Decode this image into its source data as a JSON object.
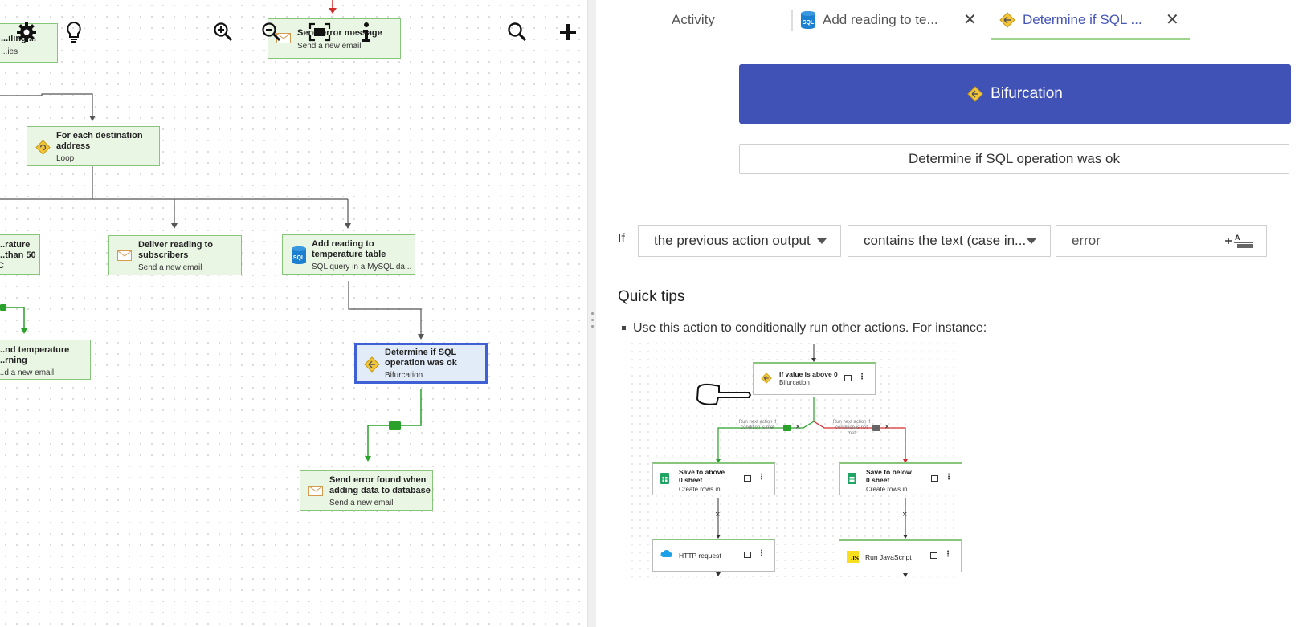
{
  "canvas": {
    "toolbar": {
      "settings": "gear-icon",
      "tips": "lightbulb-icon",
      "zoom_in": "zoom-in-icon",
      "zoom_out": "zoom-out-icon",
      "fit": "fit-screen-icon",
      "info": "info-icon",
      "search": "search-icon",
      "add": "plus-icon"
    },
    "nodes": {
      "partial_top_left": {
        "title": "...iling ...",
        "subtitle": "...ies"
      },
      "send_error_message": {
        "title": "Send error message",
        "subtitle": "Send a new email"
      },
      "for_each_destination": {
        "title": "For each destination address",
        "subtitle": "Loop"
      },
      "temperature_check": {
        "title": "...rature ...than 50 C"
      },
      "deliver_reading": {
        "title": "Deliver reading to subscribers",
        "subtitle": "Send a new email"
      },
      "add_reading": {
        "title": "Add reading to temperature table",
        "subtitle": "SQL query in a MySQL da..."
      },
      "send_temperature_warning": {
        "title": "...nd temperature ...rning",
        "subtitle": "...d a new email"
      },
      "determine_sql": {
        "title": "Determine if SQL operation was ok",
        "subtitle": "Bifurcation"
      },
      "send_error_found": {
        "title": "Send error found when adding data to database",
        "subtitle": "Send a new email"
      }
    }
  },
  "panel": {
    "tabs": [
      {
        "label": "Activity",
        "active": false
      },
      {
        "label": "Add reading to te...",
        "icon": "sql-icon",
        "active": false,
        "closable": true
      },
      {
        "label": "Determine if SQL ...",
        "icon": "bifurcation-icon",
        "active": true,
        "closable": true
      }
    ],
    "close_glyph": "✕",
    "action_type": "Bifurcation",
    "action_name": "Determine if SQL operation was ok",
    "condition": {
      "if_label": "If",
      "subject": "the previous action output",
      "operator": "contains the text (case in...",
      "value": "error"
    },
    "quick_tips": {
      "title": "Quick tips",
      "items": [
        "Use this action to conditionally run other actions. For instance:"
      ],
      "example": {
        "bifurcation_title": "If value is above 0",
        "bifurcation_subtitle": "Bifurcation",
        "branch_yes": "Run next action if condition is met",
        "branch_no": "Run next action if condition is not met",
        "save_above_title": "Save to above 0 sheet",
        "save_above_subtitle": "Create rows in",
        "save_below_title": "Save to below 0 sheet",
        "save_below_subtitle": "Create rows in",
        "http_title": "HTTP request",
        "js_title": "Run JavaScript",
        "js_badge": "JS",
        "x_mark": "×"
      }
    }
  },
  "colors": {
    "accent": "#4152b7",
    "node_bg": "#eaf6e4",
    "node_border": "#86c57a",
    "selected_border": "#3f5fd4",
    "edge_ok": "#2aa12a",
    "edge_fail": "#d42a2a",
    "tab_active": "#4556b8"
  }
}
